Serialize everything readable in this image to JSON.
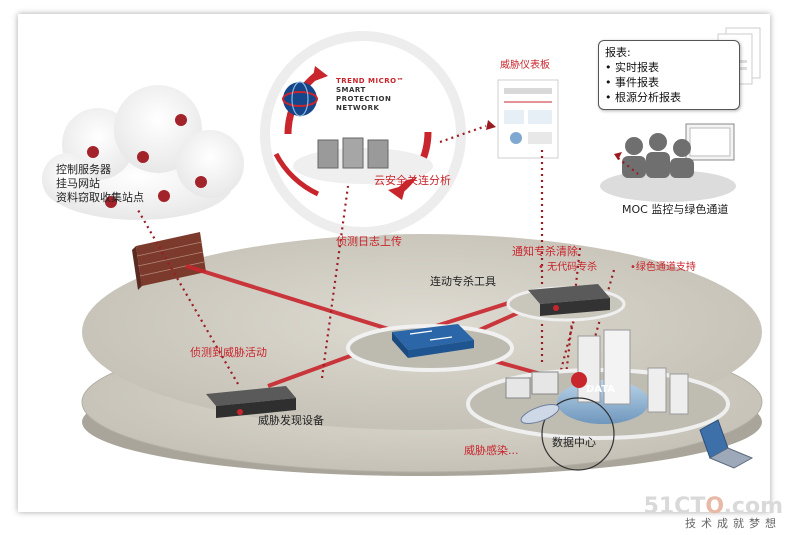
{
  "cloud": {
    "lines": [
      "控制服务器",
      "挂马网站",
      "资料窃取收集站点"
    ]
  },
  "spn": {
    "brand_lines": [
      "TREND MICRO™",
      "SMART",
      "PROTECTION",
      "NETWORK"
    ],
    "caption": "云安全关连分析"
  },
  "dashboard": {
    "title": "威胁仪表板"
  },
  "reports": {
    "title": "报表:",
    "items": [
      "• 实时报表",
      "• 事件报表",
      "• 根源分析报表"
    ]
  },
  "moc": {
    "caption": "MOC 监控与绿色通道"
  },
  "labels": {
    "log_upload": "侦测日志上传",
    "notify": "通知专杀清除",
    "no_code": "• 无代码专杀",
    "green_channel": "•绿色通道支持",
    "linkage_tool": "连动专杀工具",
    "detected": "侦测到威胁活动",
    "discovery_device": "威胁发现设备",
    "infection": "威胁感染...",
    "datacenter": "数据中心",
    "data_badge": "DATA"
  },
  "watermark": {
    "main_prefix": "51CT",
    "main_o": "O",
    "main_suffix": ".com",
    "sub": "技术成就梦想"
  },
  "colors": {
    "threat_red": "#c8252c",
    "disc_gray": "#cfccc2",
    "disc_edge": "#a9a59a"
  }
}
